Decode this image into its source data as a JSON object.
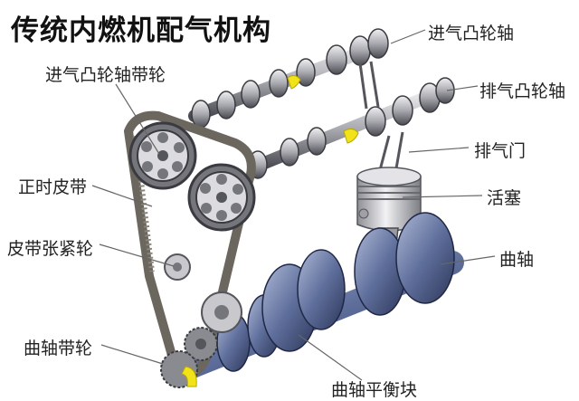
{
  "diagram": {
    "title": "传统内燃机配气机构",
    "labels": {
      "intake_camshaft": "进气凸轮轴",
      "exhaust_camshaft": "排气凸轮轴",
      "exhaust_valve": "排气门",
      "piston": "活塞",
      "crankshaft": "曲轴",
      "intake_cam_pulley": "进气凸轮轴带轮",
      "timing_belt": "正时皮带",
      "belt_tensioner": "皮带张紧轮",
      "crank_pulley": "曲轴带轮",
      "crank_counterweight": "曲轴平衡块"
    },
    "colors": {
      "background": "#ffffff",
      "metal_light": "#d8d8dc",
      "metal_dark": "#55565c",
      "belt": "#6b665e",
      "crank_blue": "#5a6a96",
      "highlight_yellow": "#f2e21a",
      "leader_line": "#666666"
    }
  }
}
